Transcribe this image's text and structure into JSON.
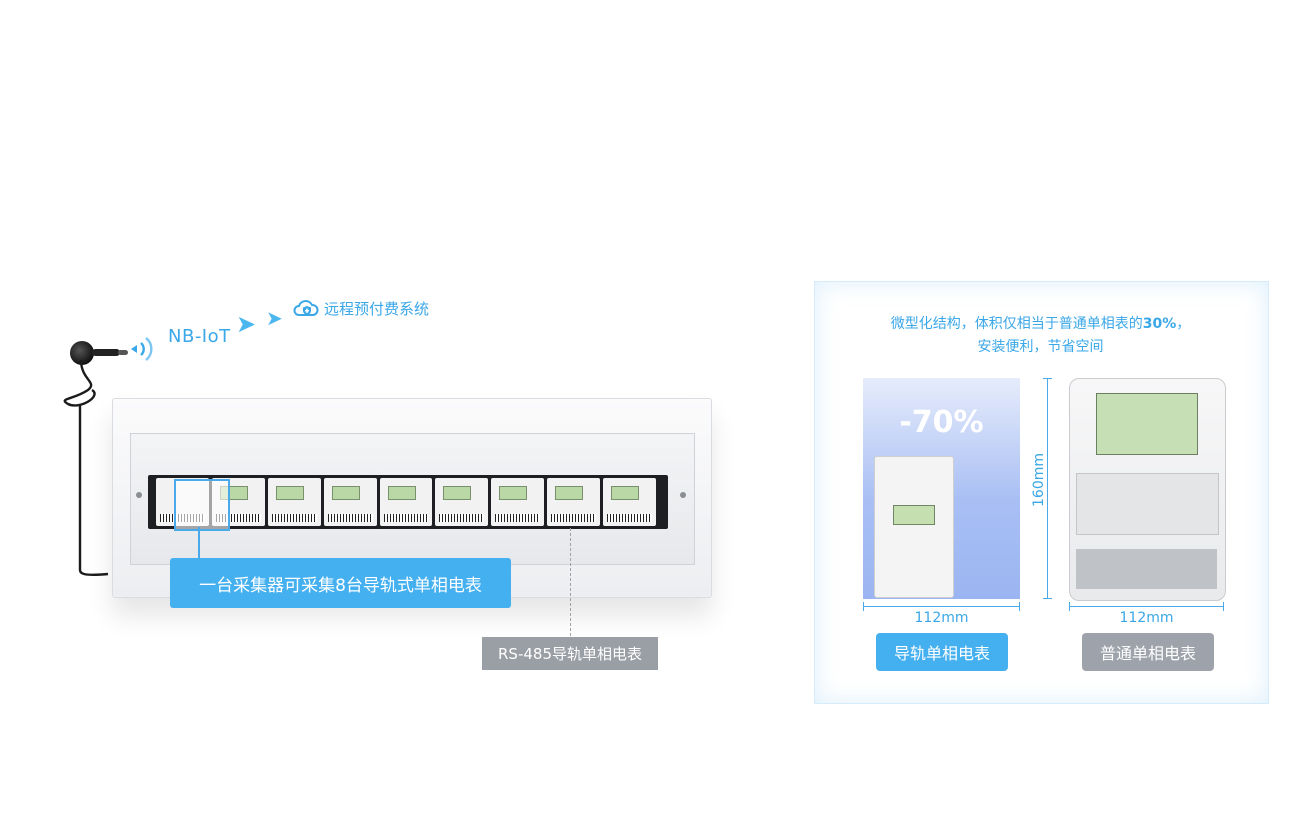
{
  "network": {
    "cloud_system": "远程预付费系统",
    "protocol": "NB-IoT",
    "icons": [
      "cloud-shield-icon",
      "wifi-signal-icon",
      "arrow-chevron-icon"
    ]
  },
  "cabinet": {
    "callout": "一台采集器可采集8台导轨式单相电表",
    "meter_label": "RS-485导轨单相电表",
    "meter_count": 8
  },
  "comparison": {
    "description_line1_prefix": "微型化结构，体积仅相当于普通单相表的",
    "description_highlight": "30%",
    "description_line1_suffix": "，",
    "description_line2": "安装便利，节省空间",
    "reduction": "-70%",
    "height_label": "160mm",
    "rail_width_label": "112mm",
    "standard_width_label": "112mm",
    "rail_meter_label": "导轨单相电表",
    "standard_meter_label": "普通单相电表"
  },
  "colors": {
    "accent": "#45b0f0",
    "gray_tag": "#9ea3ab"
  }
}
